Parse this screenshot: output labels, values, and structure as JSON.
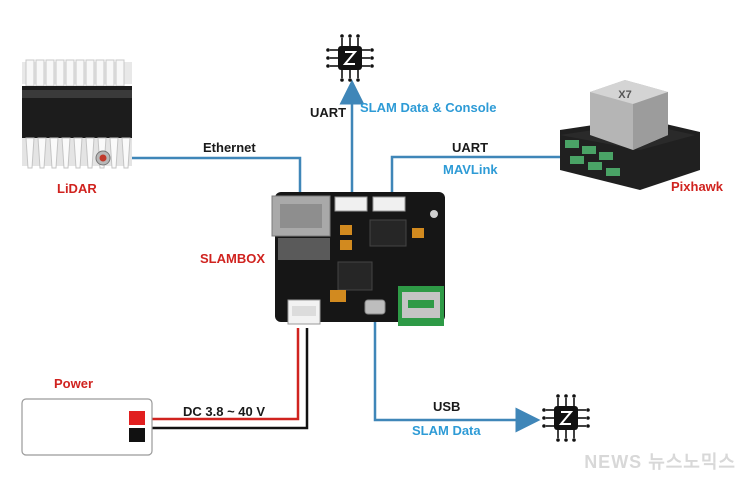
{
  "devices": {
    "lidar": "LiDAR",
    "slambox": "SLAMBOX",
    "pixhawk": "Pixhawk",
    "power": "Power",
    "pixhawk_model": "X7"
  },
  "links": {
    "ethernet": "Ethernet",
    "uart_top": "UART",
    "slam_console": "SLAM Data & Console",
    "uart_pixhawk": "UART",
    "mavlink": "MAVLink",
    "dc": "DC 3.8 ~ 40 V",
    "usb": "USB",
    "slam_data": "SLAM Data"
  },
  "watermark": "NEWS 뉴스노믹스",
  "colors": {
    "wire_blue": "#3f86b8",
    "wire_red": "#d0231f",
    "wire_black": "#111111",
    "label_blue": "#2e9bd6",
    "label_red": "#d0231f"
  },
  "icons": [
    "chip-icon-top",
    "chip-icon-bottom"
  ]
}
